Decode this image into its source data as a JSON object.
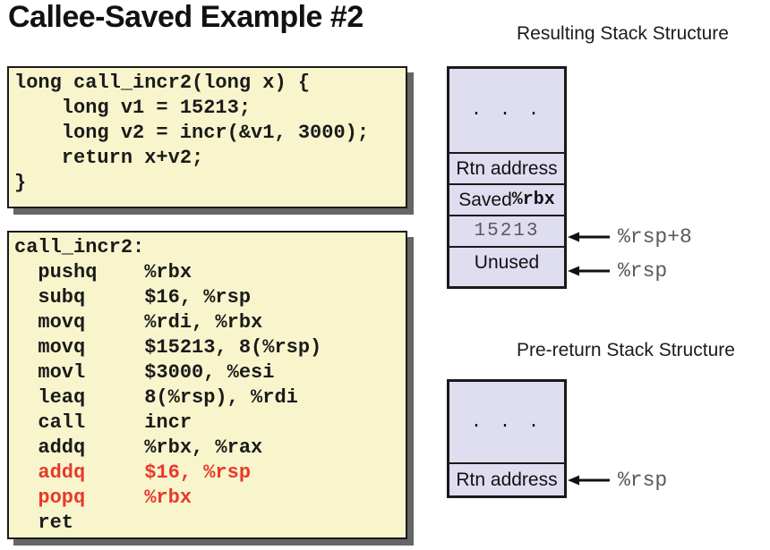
{
  "title": "Callee-Saved Example #2",
  "colors": {
    "code_bg": "#F8F5CD",
    "cell_bg": "#DFDDF0",
    "red": "#E8392B",
    "gray_text": "#595959",
    "shadow": "#666666"
  },
  "c_code": {
    "text": "long call_incr2(long x) {\n    long v1 = 15213;\n    long v2 = incr(&v1, 3000);\n    return x+v2;\n}"
  },
  "asm_code": {
    "lines": [
      {
        "text": "call_incr2:",
        "red": false
      },
      {
        "text": "  pushq    %rbx",
        "red": false
      },
      {
        "text": "  subq     $16, %rsp",
        "red": false
      },
      {
        "text": "  movq     %rdi, %rbx",
        "red": false
      },
      {
        "text": "  movq     $15213, 8(%rsp)",
        "red": false
      },
      {
        "text": "  movl     $3000, %esi",
        "red": false
      },
      {
        "text": "  leaq     8(%rsp), %rdi",
        "red": false
      },
      {
        "text": "  call     incr",
        "red": false
      },
      {
        "text": "  addq     %rbx, %rax",
        "red": false
      },
      {
        "text": "  addq     $16, %rsp",
        "red": true
      },
      {
        "text": "  popq     %rbx",
        "red": true
      },
      {
        "text": "  ret",
        "red": false
      }
    ]
  },
  "resulting_stack": {
    "heading": "Resulting Stack Structure",
    "cells": {
      "dots": ". . .",
      "rtn": "Rtn address",
      "saved_prefix": "Saved ",
      "saved_reg": "%rbx",
      "value": "15213",
      "unused": "Unused"
    },
    "pointers": [
      {
        "label": "%rsp+8"
      },
      {
        "label": "%rsp"
      }
    ]
  },
  "prereturn_stack": {
    "heading": "Pre-return Stack Structure",
    "cells": {
      "dots": ". . .",
      "rtn": "Rtn address"
    },
    "pointers": [
      {
        "label": "%rsp"
      }
    ]
  }
}
